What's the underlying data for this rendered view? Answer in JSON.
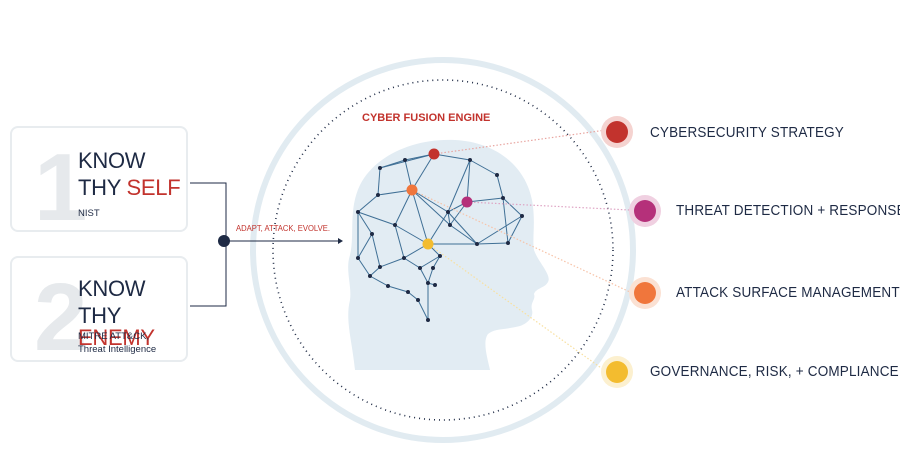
{
  "cards": [
    {
      "number": "1",
      "line1": "KNOW",
      "line2_prefix": "THY ",
      "line2_highlight": "SELF",
      "sub": [
        "NIST"
      ]
    },
    {
      "number": "2",
      "line1": "KNOW",
      "line2_prefix": "THY ",
      "line2_highlight": "ENEMY",
      "sub": [
        "MITRE ATT&CK,",
        "Threat Intelligence"
      ]
    }
  ],
  "connector_label": "ADAPT, ATTACK, EVOLVE.",
  "engine_title": "CYBER FUSION ENGINE",
  "outcomes": [
    {
      "label": "CYBERSECURITY STRATEGY",
      "color": "#c2332d",
      "ring": "#e8a5a0"
    },
    {
      "label": "THREAT DETECTION + RESPONSE",
      "color": "#b5307a",
      "ring": "#dea3c3"
    },
    {
      "label": "ATTACK SURFACE MANAGEMENT",
      "color": "#f0763c",
      "ring": "#f7c3a8"
    },
    {
      "label": "GOVERNANCE, RISK, + COMPLIANCE",
      "color": "#f3bc2f",
      "ring": "#f8e0a0"
    }
  ],
  "colors": {
    "navy": "#1e2a44",
    "red": "#c2332d",
    "head": "#e4edf4",
    "ring": "#dde8ef"
  }
}
